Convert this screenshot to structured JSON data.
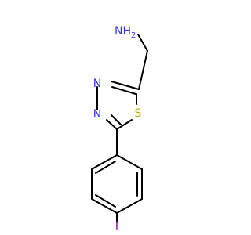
{
  "molecule": {
    "atoms": [
      {
        "id": "N_amine",
        "label": "NH",
        "subscript": "2",
        "color": "#3333ff"
      },
      {
        "id": "N3",
        "label": "N",
        "color": "#3333ff"
      },
      {
        "id": "N4",
        "label": "N",
        "color": "#3333ff"
      },
      {
        "id": "S1",
        "label": "S",
        "color": "#ccaa00"
      },
      {
        "id": "I",
        "label": "I",
        "color": "#990099"
      }
    ],
    "bond_color": "#000000",
    "background": "#ffffff"
  }
}
